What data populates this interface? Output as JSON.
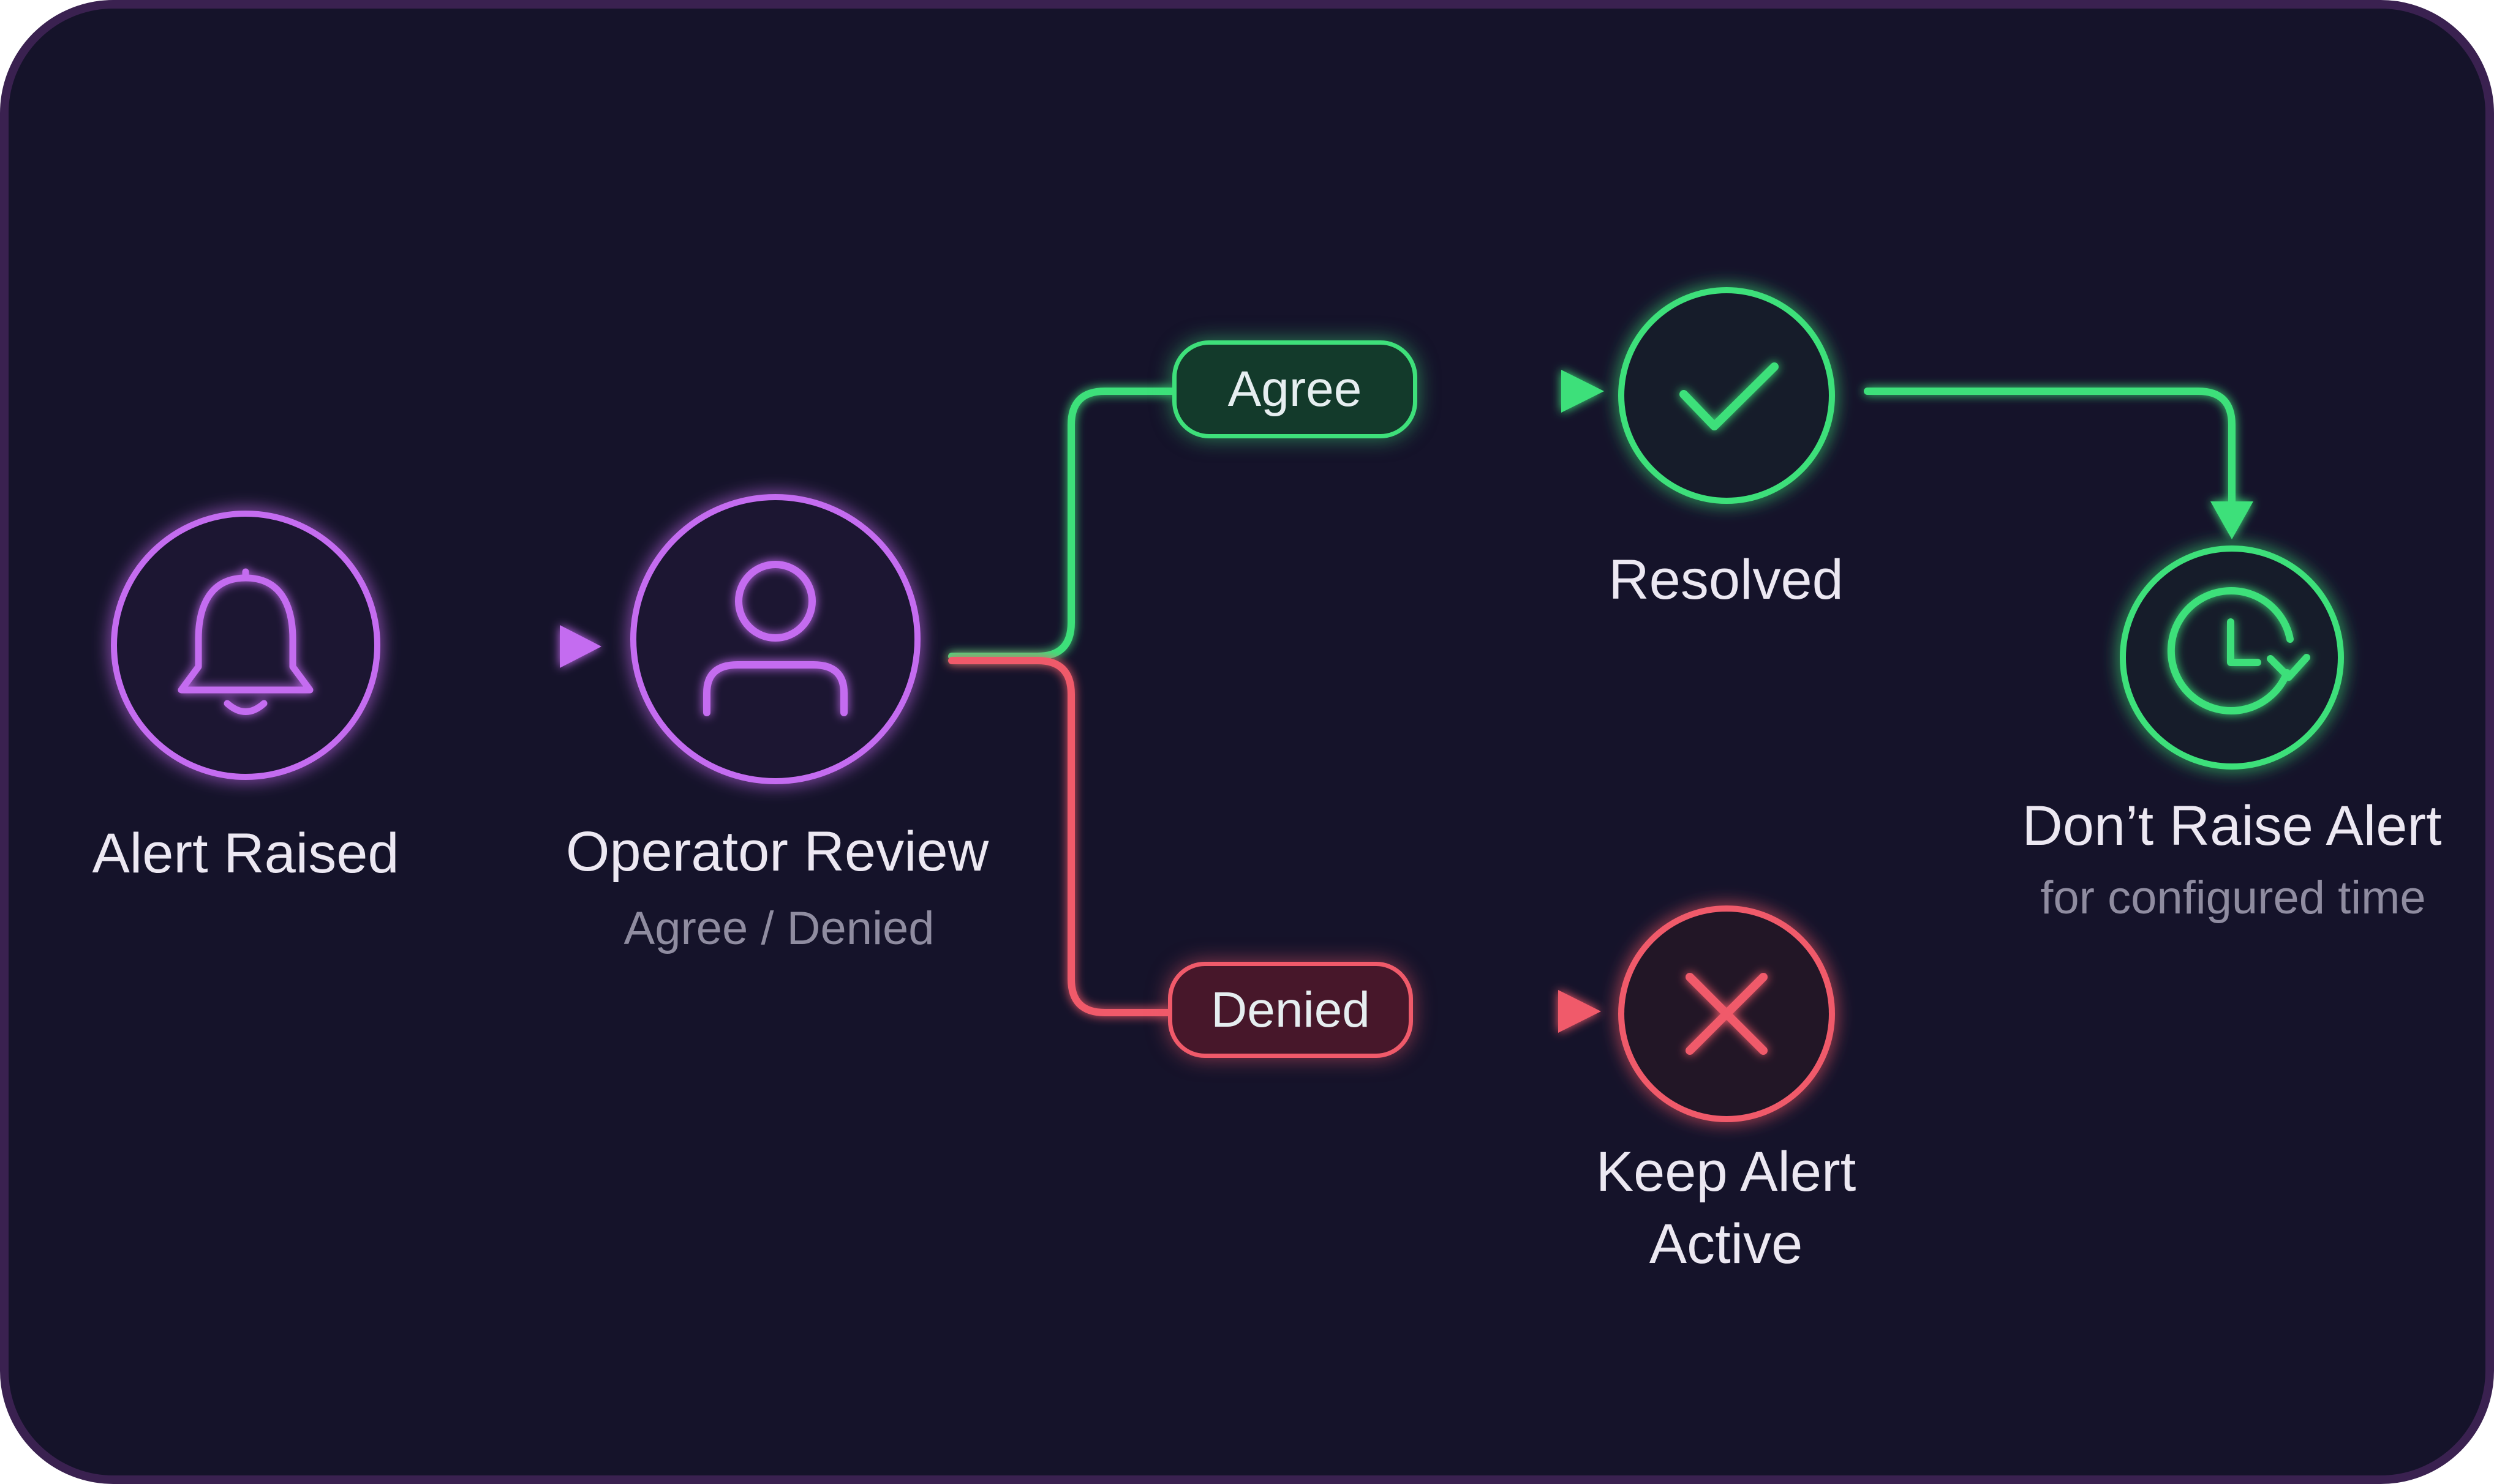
{
  "nodes": {
    "alert_raised": {
      "label": "Alert Raised",
      "icon": "bell-icon"
    },
    "operator_review": {
      "label": "Operator Review",
      "sublabel": "Agree / Denied",
      "icon": "user-icon"
    },
    "resolved": {
      "label": "Resolved",
      "icon": "checkmark-icon"
    },
    "dont_raise_alert": {
      "label": "Don’t Raise Alert",
      "sublabel": "for configured time",
      "icon": "clock-refresh-icon"
    },
    "keep_alert_active": {
      "label": "Keep Alert\nActive",
      "icon": "close-x-icon"
    }
  },
  "branches": {
    "agree": {
      "label": "Agree"
    },
    "denied": {
      "label": "Denied"
    }
  },
  "colors": {
    "background": "#15132a",
    "frame_border": "#3a2150",
    "purple": "#c46cf0",
    "green": "#3ee07a",
    "red": "#f05a6a"
  }
}
